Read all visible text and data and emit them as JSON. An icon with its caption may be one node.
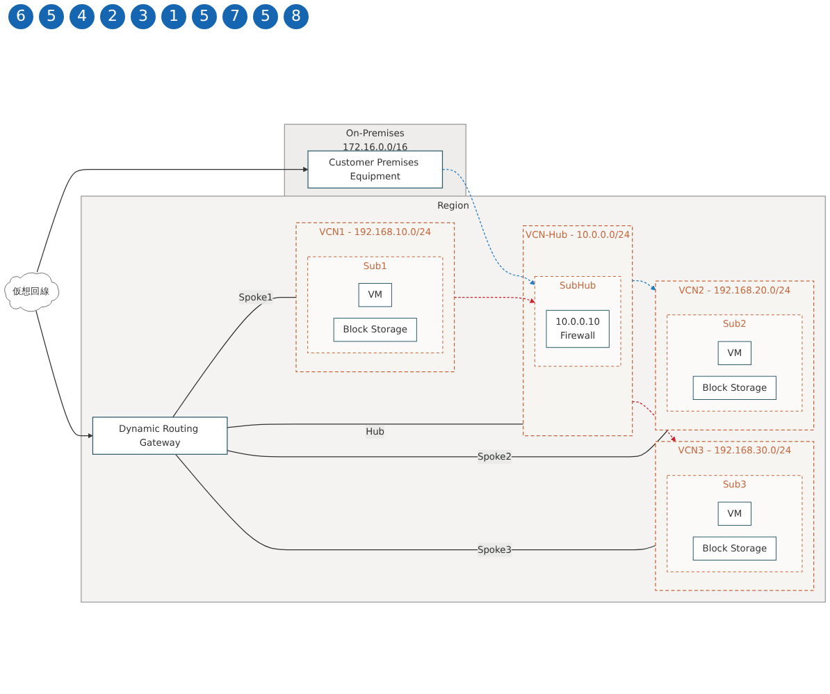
{
  "diagram": {
    "nodes": [
      {
        "text": [
          "Region"
        ]
      },
      {
        "text": [
          "On-Premises",
          "172.16.0.0/16"
        ]
      },
      {
        "text": [
          "Customer Premises Equipment"
        ],
        "in": 1
      },
      {
        "text": [
          "仮想回線"
        ]
      },
      {
        "text": [
          "Dynamic Routing Gateway"
        ],
        "in": 0
      },
      {
        "text": [
          "VCN1 - 192.168.10.0/24"
        ],
        "in": 0
      },
      {
        "text": [
          "Sub1"
        ],
        "in": 5
      },
      {
        "text": [
          "VM"
        ],
        "in": 6
      },
      {
        "text": [
          "Block Storage"
        ],
        "in": 6
      },
      {
        "text": [
          "VCN-Hub - 10.0.0.0/24"
        ],
        "in": 0
      },
      {
        "text": [
          "SubHub"
        ],
        "in": 9
      },
      {
        "text": [
          "10.0.0.10",
          "Firewall"
        ],
        "in": 10
      },
      {
        "text": [
          "VCN2 - 192.168.20.0/24"
        ],
        "in": 0
      },
      {
        "text": [
          "Sub2"
        ],
        "in": 12
      },
      {
        "text": [
          "VM"
        ],
        "in": 13
      },
      {
        "text": [
          "Block Storage"
        ],
        "in": 13
      },
      {
        "text": [
          "VCN3 – 192.168.30.0/24"
        ],
        "in": 0
      },
      {
        "text": [
          "Sub3"
        ],
        "in": 16
      },
      {
        "text": [
          "VM"
        ],
        "in": 17
      },
      {
        "text": [
          "Block Storage"
        ],
        "in": 17
      }
    ],
    "edges": [
      {
        "from": 3,
        "to": 2,
        "arrow": "to"
      },
      {
        "from": 3,
        "to": 4,
        "arrow": "to"
      },
      {
        "from": 4,
        "to": 5,
        "arrow": "none",
        "label": "Spoke1"
      },
      {
        "from": 4,
        "to": 9,
        "arrow": "none",
        "label": "Hub"
      },
      {
        "from": 4,
        "to": 12,
        "arrow": "none",
        "label": "Spoke2"
      },
      {
        "from": 4,
        "to": 16,
        "arrow": "none",
        "label": "Spoke3"
      },
      {
        "from": 2,
        "to": 10,
        "arrow": "to",
        "style": "dashed",
        "color": "#1f7bc4"
      },
      {
        "from": 9,
        "to": 12,
        "arrow": "to",
        "style": "dashed",
        "color": "#1f7bc4"
      },
      {
        "from": 5,
        "to": 10,
        "arrow": "to",
        "style": "dashed",
        "color": "#cc1f2a"
      },
      {
        "from": 9,
        "to": 16,
        "arrow": "to",
        "style": "dashed",
        "color": "#cc1f2a"
      }
    ],
    "labels": [
      "6",
      "5",
      "4",
      "2",
      "3",
      "1",
      "5",
      "7",
      "5",
      "8"
    ]
  }
}
